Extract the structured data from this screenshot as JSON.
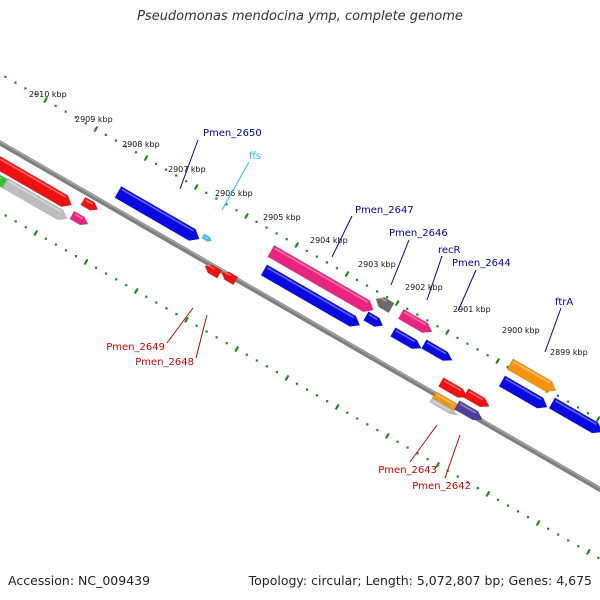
{
  "title": "Pseudomonas mendocina ymp, complete genome",
  "accession": "Accession: NC_009439",
  "topology": "Topology: circular; Length: 5,072,807 bp; Genes: 4,675",
  "colors": {
    "backbone": "#7f7f7f",
    "ruler": "#1e8a1e",
    "blue": "#0a0ae0",
    "red": "#ee1111",
    "pink": "#e8257e",
    "orange": "#f29410",
    "green": "#33c233",
    "grey": "#bdbdbd",
    "dark_grey": "#6b6b6b",
    "purple": "#4c3d9a",
    "cyan": "#3ec4ea",
    "label_blue": "#0000aa",
    "label_red": "#cc0000",
    "label_cyan": "#22bbee"
  },
  "ruler_labels": [
    "2910 kbp",
    "2909 kbp",
    "2908 kbp",
    "2907 kbp",
    "2906 kbp",
    "2905 kbp",
    "2904 kbp",
    "2903 kbp",
    "2902 kbp",
    "2901 kbp",
    "2900 kbp",
    "2899 kbp"
  ],
  "genes": {
    "pmen_2650": "Pmen_2650",
    "ffs": "ffs",
    "pmen_2647": "Pmen_2647",
    "pmen_2646": "Pmen_2646",
    "recr": "recR",
    "pmen_2644": "Pmen_2644",
    "ftra": "ftrA",
    "pmen_2649": "Pmen_2649",
    "pmen_2648": "Pmen_2648",
    "pmen_2643": "Pmen_2643",
    "pmen_2642": "Pmen_2642"
  }
}
